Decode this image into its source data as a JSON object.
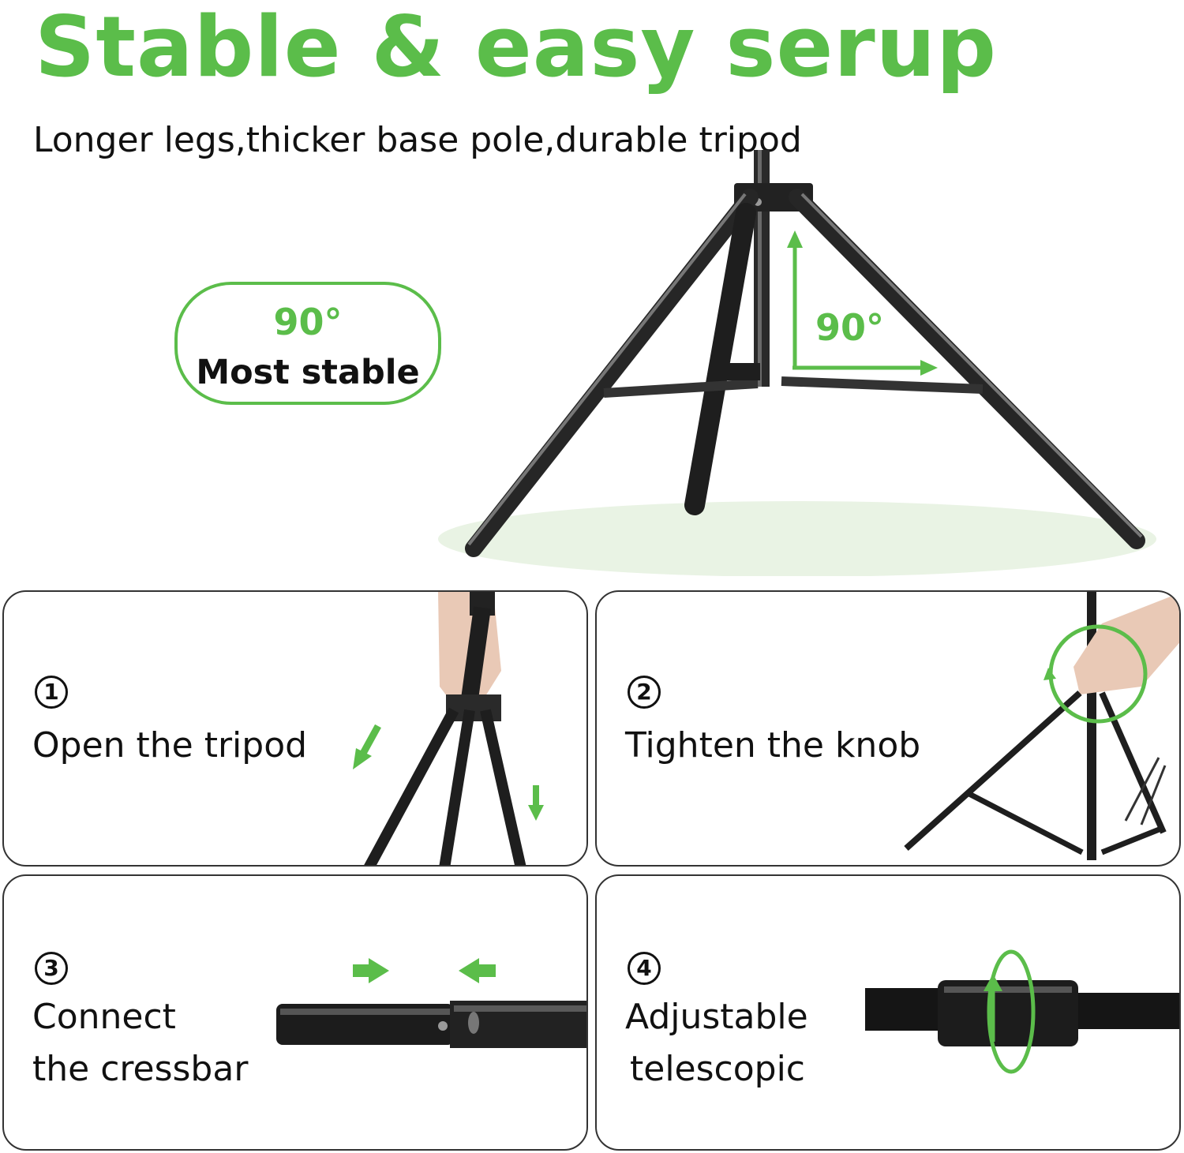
{
  "headline": "Stable & easy serup",
  "subheadline": "Longer legs,thicker base pole,durable tripod",
  "badge": {
    "angle": "90°",
    "label": "Most stable"
  },
  "diagram": {
    "angle_label": "90°"
  },
  "steps": [
    {
      "number": "1",
      "lines": [
        "Open the tripod"
      ]
    },
    {
      "number": "2",
      "lines": [
        "Tighten the knob"
      ]
    },
    {
      "number": "3",
      "lines": [
        "Connect",
        "the cressbar"
      ]
    },
    {
      "number": "4",
      "lines": [
        "Adjustable",
        "telescopic"
      ]
    }
  ],
  "colors": {
    "accent_green": "#5bbd4a",
    "text": "#111111",
    "border": "#333333"
  }
}
